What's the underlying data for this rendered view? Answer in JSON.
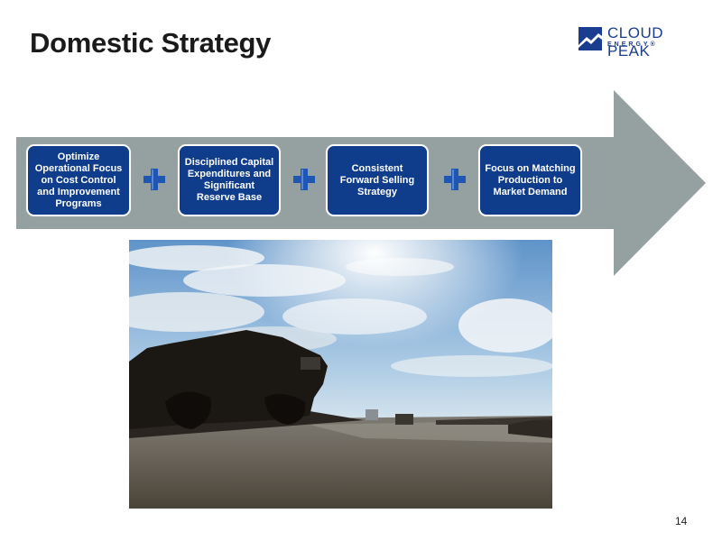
{
  "slide": {
    "title": "Domestic Strategy",
    "page_number": "14"
  },
  "logo": {
    "name": "CLOUD PEAK",
    "sub": "ENERGY®"
  },
  "strategy_boxes": [
    {
      "label": "Optimize Operational Focus on Cost Control and Improvement Programs"
    },
    {
      "label": "Disciplined Capital Expenditures and Significant Reserve Base"
    },
    {
      "label": "Consistent Forward Selling Strategy"
    },
    {
      "label": "Focus on Matching Production to Market Demand"
    }
  ],
  "colors": {
    "box_fill": "#0f3d8c",
    "arrow": "#95a1a1",
    "plus": "#1f56b3",
    "brand": "#1a3d8f"
  },
  "image": {
    "subject": "mining-haul-truck-silhouette-photo"
  }
}
